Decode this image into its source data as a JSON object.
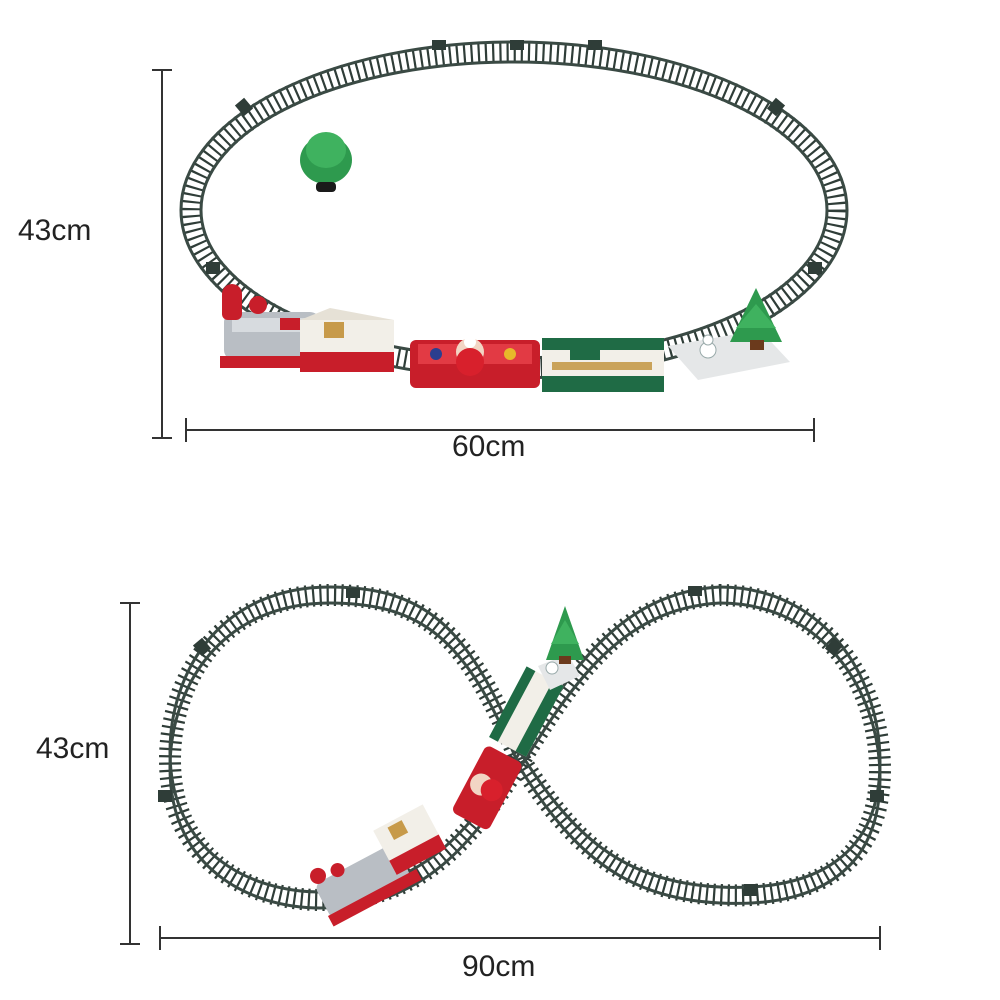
{
  "oval_layout": {
    "height_label": "43cm",
    "width_label": "60cm"
  },
  "figure_eight_layout": {
    "height_label": "43cm",
    "width_label": "90cm"
  },
  "colors": {
    "track": "#3a4a44",
    "tie": "#2f3d38",
    "dimension_line": "#333333",
    "locomotive_red": "#c81e2a",
    "boiler_silver": "#b9bec4",
    "coach_green": "#1f6b45",
    "tree_green": "#2e9a4e",
    "cab_white": "#f2efe8"
  },
  "icons": [
    "christmas-tree-icon",
    "santa-figure-icon",
    "snowman-figure-icon"
  ]
}
